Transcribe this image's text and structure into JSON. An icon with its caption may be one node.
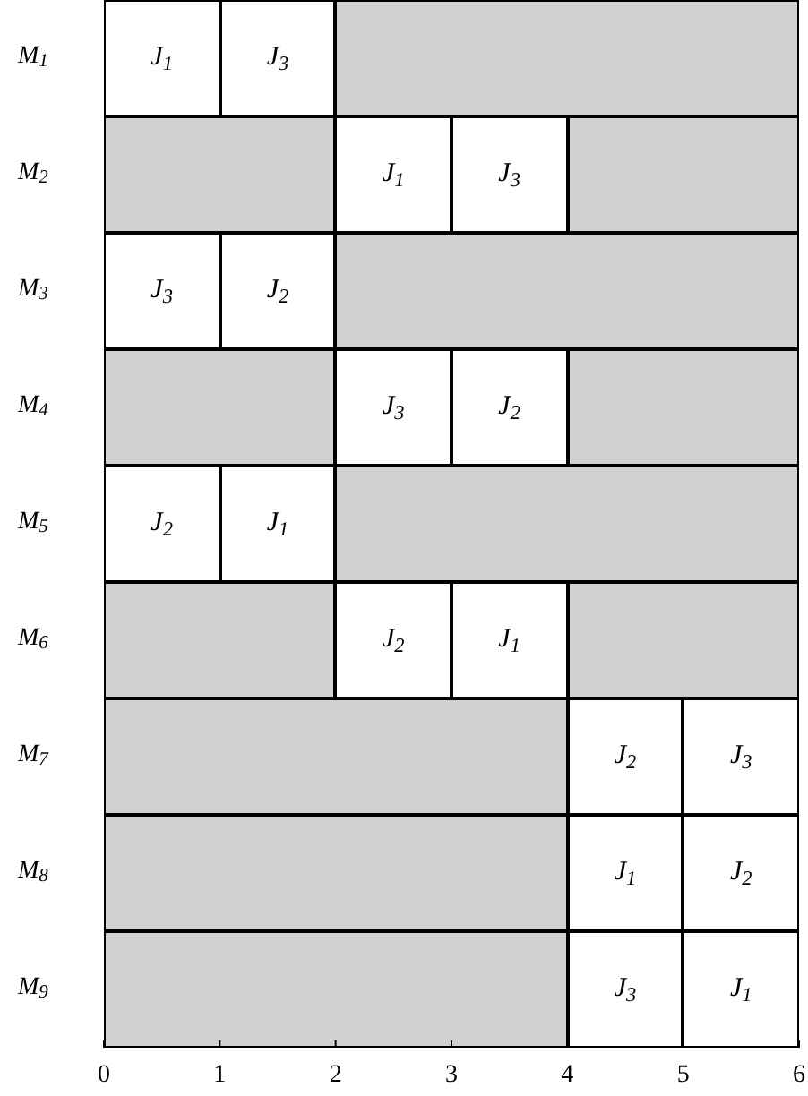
{
  "diagram": {
    "nodes": [
      {
        "text": [
          "J$_{1}$"
        ]
      },
      {
        "text": [
          "J$_{3}$"
        ]
      },
      {
        "text": [],
        "shape": "bar"
      },
      {
        "text": [],
        "shape": "bar"
      },
      {
        "text": [
          "J$_{1}$"
        ]
      },
      {
        "text": [
          "J$_{3}$"
        ]
      },
      {
        "text": [],
        "shape": "bar"
      },
      {
        "text": [
          "J$_{3}$"
        ]
      },
      {
        "text": [
          "J$_{2}$"
        ]
      },
      {
        "text": [],
        "shape": "bar"
      },
      {
        "text": [],
        "shape": "bar"
      },
      {
        "text": [
          "J$_{3}$"
        ]
      },
      {
        "text": [
          "J$_{2}$"
        ]
      },
      {
        "text": [],
        "shape": "bar"
      },
      {
        "text": [
          "J$_{2}$"
        ]
      },
      {
        "text": [
          "J$_{1}$"
        ]
      },
      {
        "text": [],
        "shape": "bar"
      },
      {
        "text": [],
        "shape": "bar"
      },
      {
        "text": [
          "J$_{2}$"
        ]
      },
      {
        "text": [
          "J$_{1}$"
        ]
      },
      {
        "text": [],
        "shape": "bar"
      },
      {
        "text": [],
        "shape": "bar"
      },
      {
        "text": [
          "J$_{2}$"
        ]
      },
      {
        "text": [
          "J$_{3}$"
        ]
      },
      {
        "text": [],
        "shape": "bar"
      },
      {
        "text": [
          "J$_{1}$"
        ]
      },
      {
        "text": [
          "J$_{2}$"
        ]
      },
      {
        "text": [],
        "shape": "bar"
      },
      {
        "text": [
          "J$_{3}$"
        ]
      },
      {
        "text": [
          "J$_{1}$"
        ]
      }
    ],
    "labels": [
      "M$_{1}$",
      "M$_{2}$",
      "M$_{3}$",
      "M$_{4}$",
      "M$_{5}$",
      "M$_{6}$",
      "M$_{7}$",
      "M$_{8}$",
      "M$_{9}$",
      "0",
      "1",
      "2",
      "3",
      "4",
      "5",
      "6"
    ]
  }
}
